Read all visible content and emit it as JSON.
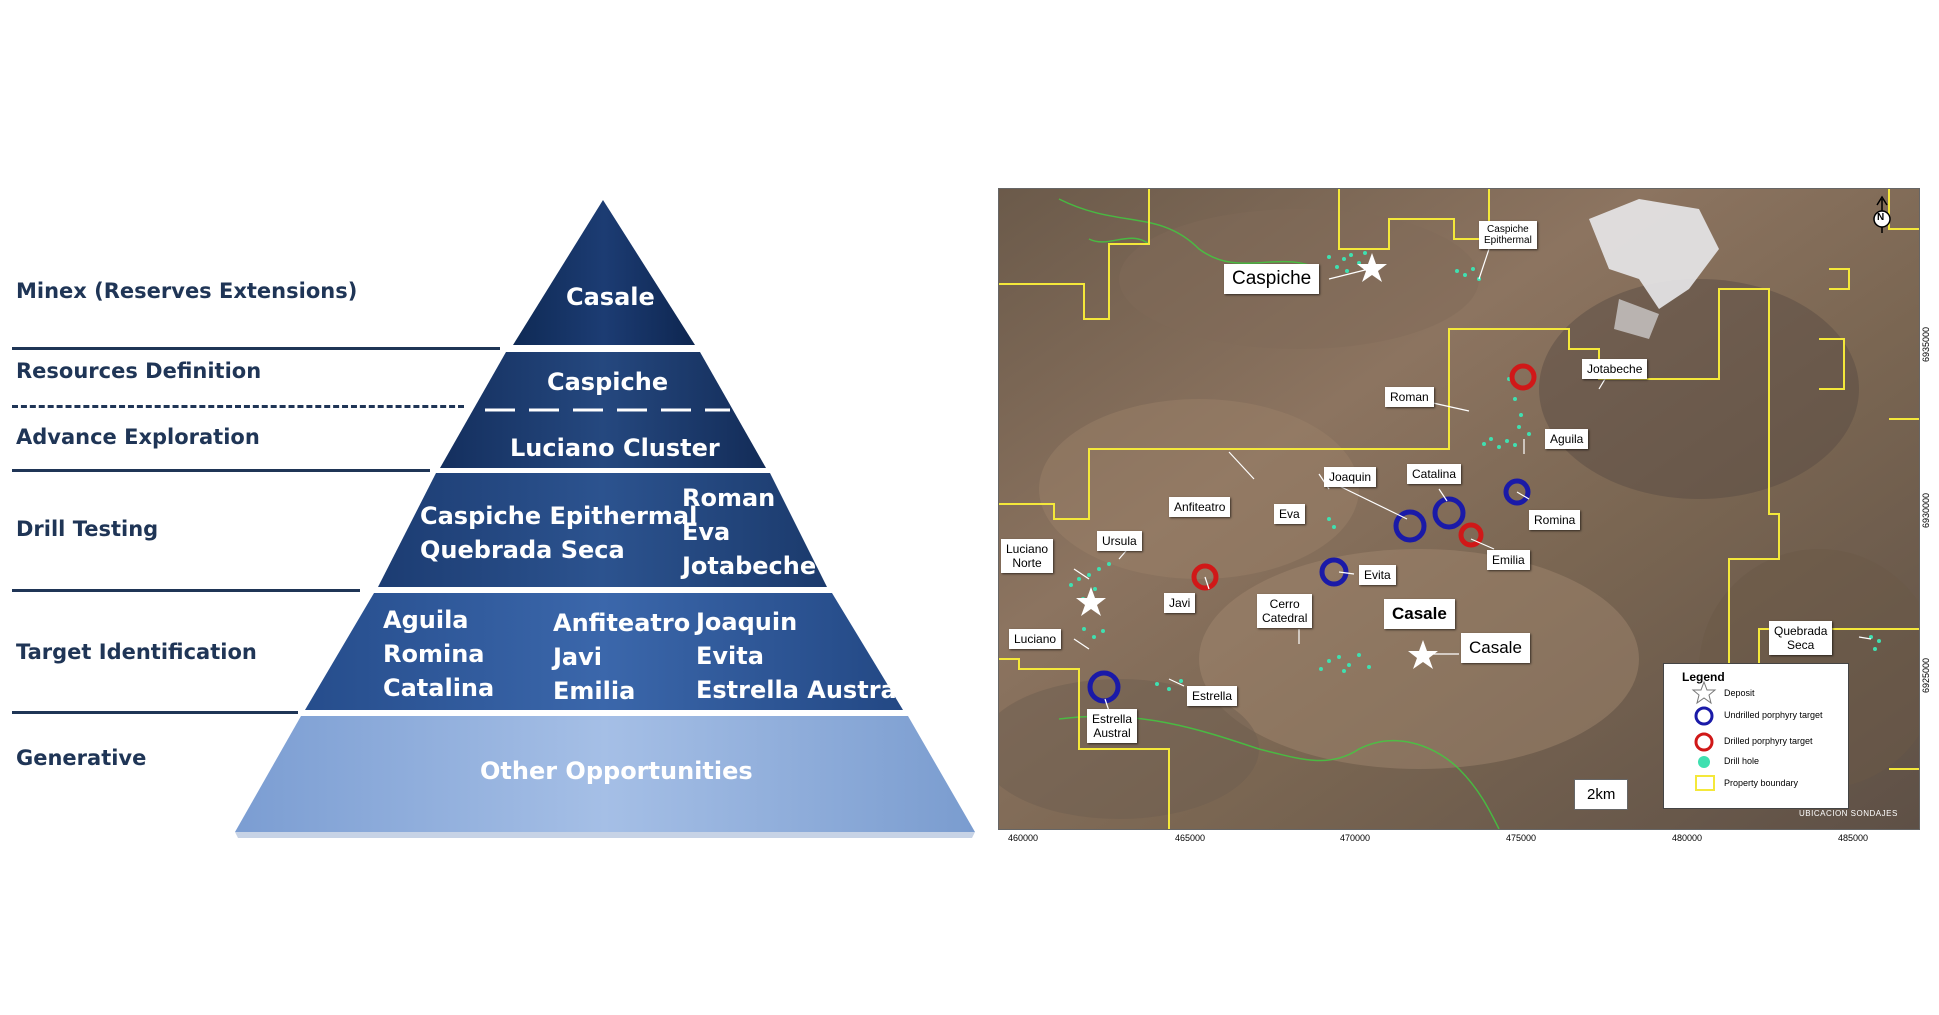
{
  "stages": [
    {
      "key": "minex",
      "label": "Minex (Reserves Extensions)"
    },
    {
      "key": "resources",
      "label": "Resources Definition"
    },
    {
      "key": "advance",
      "label": "Advance Exploration"
    },
    {
      "key": "drill",
      "label": "Drill Testing"
    },
    {
      "key": "target",
      "label": "Target Identification"
    },
    {
      "key": "generative",
      "label": "Generative"
    }
  ],
  "pyramid": {
    "tier1": "Casale",
    "tier2": "Caspiche",
    "tier3": "Luciano Cluster",
    "tier4_col1": [
      "Caspiche Epithermal",
      "Quebrada Seca"
    ],
    "tier4_col2": [
      "Roman",
      "Eva",
      "Jotabeche"
    ],
    "tier5_col1": [
      "Aguila",
      "Romina",
      "Catalina"
    ],
    "tier5_col2": [
      "Anfiteatro",
      "Javi",
      "Emilia"
    ],
    "tier5_col3": [
      "Joaquin",
      "Evita",
      "Estrella Austra"
    ],
    "tier6": "Other Opportunities"
  },
  "map": {
    "callouts": {
      "caspiche": "Caspiche",
      "caspiche_epi_1": "Caspiche",
      "caspiche_epi_2": "Epithermal",
      "jotabeche": "Jotabeche",
      "roman": "Roman",
      "aguila": "Aguila",
      "joaquin": "Joaquin",
      "catalina": "Catalina",
      "romina": "Romina",
      "anfiteatro": "Anfiteatro",
      "eva": "Eva",
      "emilia": "Emilia",
      "evita": "Evita",
      "luciano_norte_1": "Luciano",
      "luciano_norte_2": "Norte",
      "ursula": "Ursula",
      "javi": "Javi",
      "cerro_catedral_1": "Cerro",
      "cerro_catedral_2": "Catedral",
      "casale_title": "Casale",
      "casale": "Casale",
      "luciano": "Luciano",
      "estrella": "Estrella",
      "estrella_austral_1": "Estrella",
      "estrella_austral_2": "Austral",
      "quebrada_seca_1": "Quebrada",
      "quebrada_seca_2": "Seca"
    },
    "x_ticks": [
      "460000",
      "465000",
      "470000",
      "475000",
      "480000",
      "485000"
    ],
    "y_ticks": [
      "6935000",
      "6930000",
      "6925000"
    ],
    "legend": {
      "title": "Legend",
      "deposit": "Deposit",
      "undrilled": "Undrilled porphyry target",
      "drilled": "Drilled porphyry target",
      "drillhole": "Drill hole",
      "boundary": "Property boundary"
    },
    "scale": "2km",
    "watermark": "UBICACION SONDAJES",
    "north": "N",
    "colors": {
      "undrilled": "#1a1aa8",
      "drilled": "#d01818",
      "drillhole": "#3fe0b0",
      "boundary": "#f4e83a",
      "river": "#3fcf3f"
    }
  }
}
